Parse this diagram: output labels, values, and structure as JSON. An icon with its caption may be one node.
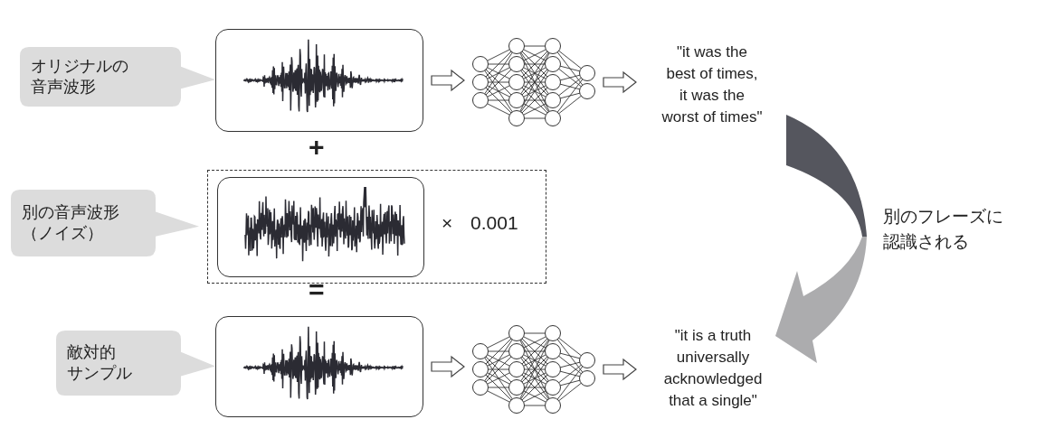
{
  "diagram": {
    "nodes": [
      {
        "text": [
          "オリジナルの音声波形"
        ]
      },
      {
        "text": [],
        "shape": "box"
      },
      {
        "text": [],
        "shape": "picture"
      },
      {
        "text": [
          "\"it was the best of times, it was the worst of times\""
        ]
      },
      {
        "text": [
          "別の音声波形（ノイズ）"
        ]
      },
      {
        "text": [
          "× 0.001"
        ]
      },
      {
        "text": [],
        "shape": "box",
        "in": 5
      },
      {
        "text": [
          "敵対的サンプル"
        ]
      },
      {
        "text": [],
        "shape": "box"
      },
      {
        "text": [],
        "shape": "picture"
      },
      {
        "text": [
          "\"it is a truth universally acknowledged that a single\""
        ]
      }
    ],
    "edges": [
      {
        "from": 1,
        "to": 2,
        "arrow": "to"
      },
      {
        "from": 2,
        "to": 3,
        "arrow": "to"
      },
      {
        "from": 8,
        "to": 9,
        "arrow": "to"
      },
      {
        "from": 9,
        "to": 10,
        "arrow": "to"
      },
      {
        "from": 3,
        "to": 10,
        "arrow": "to",
        "label": "別のフレーズに認識される",
        "style": "thick"
      }
    ],
    "labels": [
      "+",
      "="
    ]
  }
}
